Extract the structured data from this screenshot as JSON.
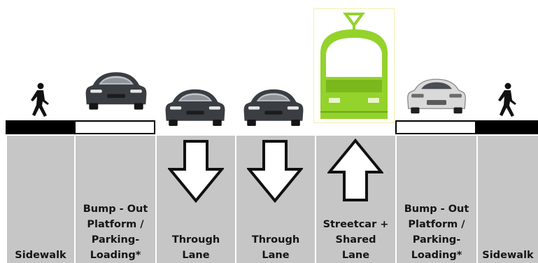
{
  "labels": {
    "sidewalk_left": "Sidewalk",
    "bumpout_left": "Bump - Out\nPlatform /\nParking-\nLoading*",
    "through_1": "Through\nLane",
    "through_2": "Through\nLane",
    "streetcar": "Streetcar +\nShared\nLane",
    "bumpout_right": "Bump - Out\nPlatform /\nParking-\nLoading*",
    "sidewalk_right": "Sidewalk"
  },
  "icons": {
    "pedestrian_left": "pedestrian-icon",
    "car_bumpout_left": "car-front-icon",
    "car_through_1": "car-front-icon",
    "car_through_2": "car-front-icon",
    "streetcar": "streetcar-icon",
    "car_bumpout_right": "car-rear-icon",
    "pedestrian_right": "pedestrian-icon",
    "arrow_through_1": "arrow-down-icon",
    "arrow_through_2": "arrow-down-icon",
    "arrow_streetcar": "arrow-up-icon"
  },
  "colors": {
    "lane_fill": "#c6c6c6",
    "curb_black": "#000000",
    "streetcar_green": "#94d22c",
    "car_dark": "#3a3d42",
    "car_light": "#d9d9d9"
  }
}
